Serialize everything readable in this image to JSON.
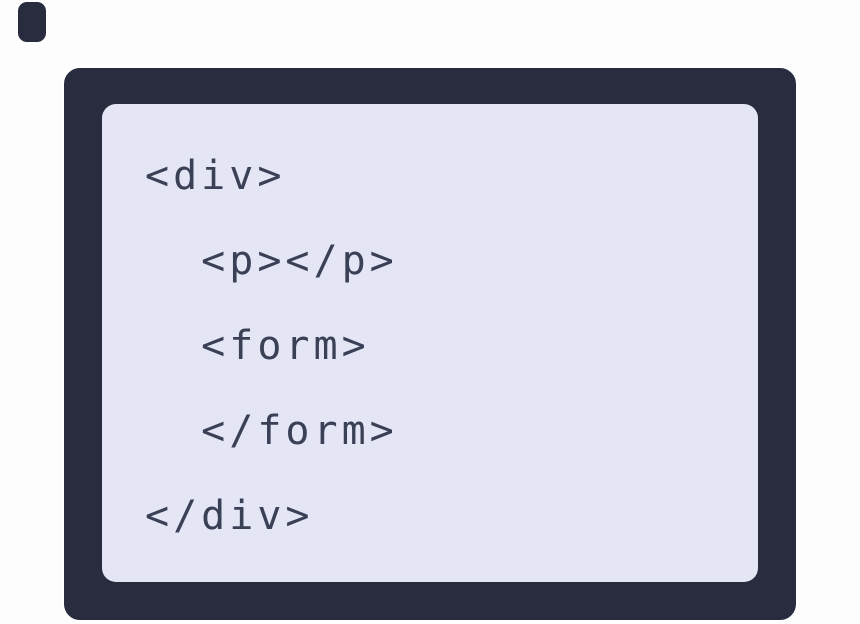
{
  "code_snippet": {
    "lines": [
      "<div>",
      "  <p></p>",
      "  <form>",
      "  </form>",
      "</div>"
    ]
  },
  "colors": {
    "page_background": "#fdfdfe",
    "card_background": "#282c3e",
    "card_border": "#ffffff",
    "panel_background": "#e4e6f5",
    "code_text": "#3a4056"
  }
}
